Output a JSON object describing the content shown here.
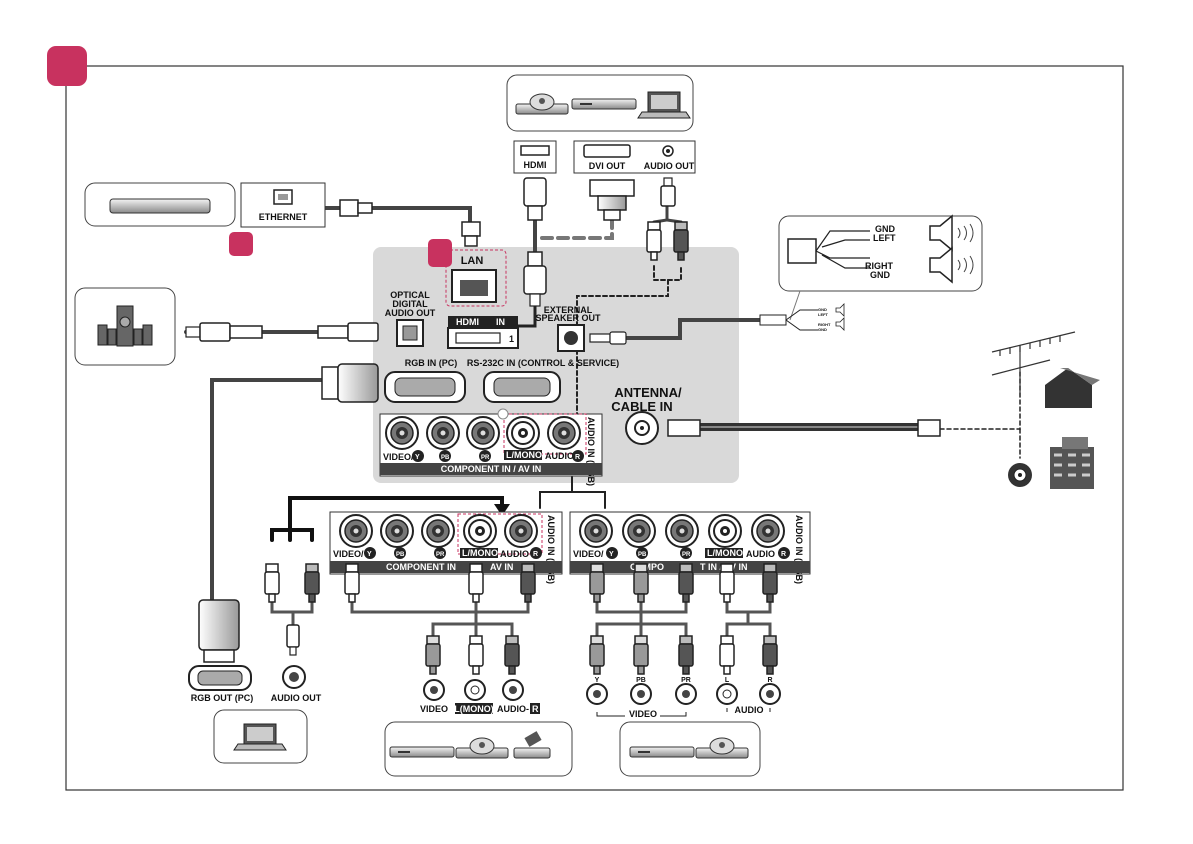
{
  "colors": {
    "accent": "#c8325f",
    "panel": "#d9d9d9",
    "cable": "#444444",
    "line": "#222222"
  },
  "ethernet": {
    "label": "ETHERNET"
  },
  "tv_panel": {
    "lan": "LAN",
    "optical": [
      "OPTICAL",
      "DIGITAL",
      "AUDIO OUT"
    ],
    "hdmi_in": "IN",
    "hdmi_port_number": "1",
    "external_speaker": [
      "EXTERNAL",
      "SPEAKER OUT"
    ],
    "rgb_in": "RGB IN (PC)",
    "rs232c": "RS-232C IN (CONTROL & SERVICE)",
    "antenna": [
      "ANTENNA/",
      "CABLE IN"
    ],
    "component_bar": "COMPONENT IN / AV IN",
    "audio_in_rgb": "AUDIO IN (RGB)",
    "labels": {
      "video_y": "VIDEO/",
      "y": "Y",
      "pb": "PB",
      "pr": "PR",
      "lmono": "L/MONO",
      "audio": "AUDIO",
      "r": "R"
    }
  },
  "source_top": {
    "hdmi": "HDMI",
    "dvi_out": "DVI OUT",
    "audio_out": "AUDIO OUT"
  },
  "speakers": {
    "gnd_left": [
      "GND",
      "LEFT"
    ],
    "right_gnd": [
      "RIGHT",
      "GND"
    ],
    "mini": [
      "GND",
      "LEFT",
      "RIGHT",
      "GND"
    ]
  },
  "component_left": {
    "bar": "COMPONENT IN / AV IN",
    "bar_visible_start": "COMPONENT IN",
    "bar_visible_end": "AV IN"
  },
  "component_right": {
    "bar_visible_start": "COMPO",
    "bar_visible_end": "T IN / AV IN"
  },
  "pc_out": {
    "rgb_out": "RGB OUT (PC)",
    "audio_out": "AUDIO OUT"
  },
  "av_out": {
    "video": "VIDEO",
    "lmono": "L(MONO)",
    "audio_r": "AUDIO-",
    "r": "R"
  },
  "comp_out": {
    "y": "Y",
    "pb": "PB",
    "pr": "PR",
    "l": "L",
    "r": "R",
    "video": "VIDEO",
    "audio": "AUDIO"
  }
}
